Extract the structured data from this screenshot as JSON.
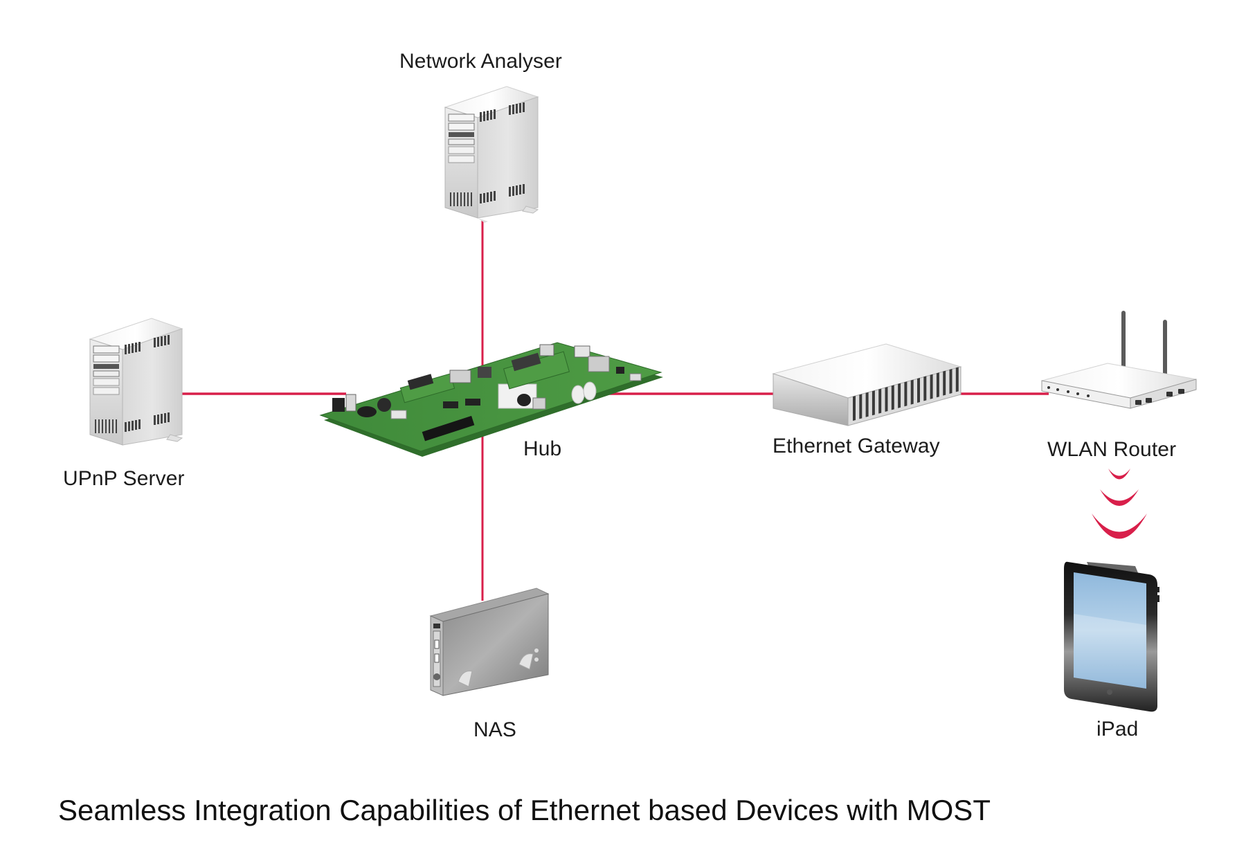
{
  "diagram": {
    "caption": "Seamless Integration Capabilities of Ethernet based Devices with MOST",
    "link_color": "#d81f4a",
    "nodes": [
      {
        "id": "network-analyser",
        "label": "Network Analyser",
        "icon": "tower-server-icon"
      },
      {
        "id": "upnp-server",
        "label": "UPnP Server",
        "icon": "tower-server-icon"
      },
      {
        "id": "hub",
        "label": "Hub",
        "icon": "circuit-board-icon"
      },
      {
        "id": "nas",
        "label": "NAS",
        "icon": "external-drive-icon"
      },
      {
        "id": "ethernet-gateway",
        "label": "Ethernet Gateway",
        "icon": "network-switch-icon"
      },
      {
        "id": "wlan-router",
        "label": "WLAN Router",
        "icon": "wifi-router-icon"
      },
      {
        "id": "ipad",
        "label": "iPad",
        "icon": "tablet-icon"
      }
    ],
    "links": [
      {
        "from": "hub",
        "to": "network-analyser",
        "type": "wired"
      },
      {
        "from": "hub",
        "to": "upnp-server",
        "type": "wired"
      },
      {
        "from": "hub",
        "to": "nas",
        "type": "wired"
      },
      {
        "from": "hub",
        "to": "ethernet-gateway",
        "type": "wired"
      },
      {
        "from": "ethernet-gateway",
        "to": "wlan-router",
        "type": "wired"
      },
      {
        "from": "wlan-router",
        "to": "ipad",
        "type": "wireless"
      }
    ]
  }
}
